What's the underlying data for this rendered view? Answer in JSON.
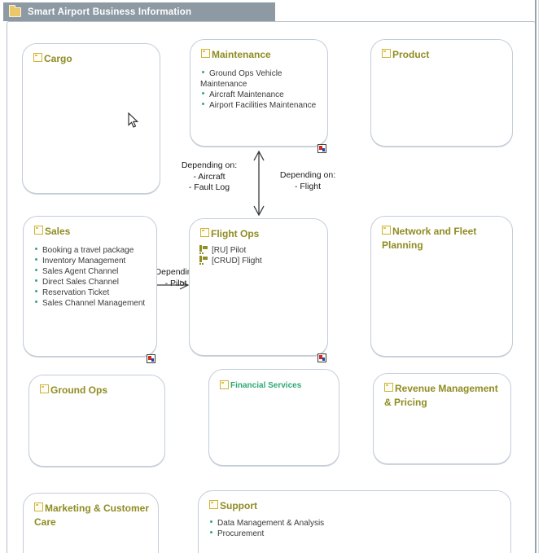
{
  "header": {
    "title": "Smart Airport Business Information"
  },
  "colors": {
    "tab_background": "#8d9aa3",
    "box_title_olive": "#8f8c22",
    "green_title": "#2ea876",
    "bullet_green": "#35a87a",
    "box_border": "#c3cdd9",
    "arrow": "#3a3a3a",
    "badge_red": "#d22b1f",
    "badge_blue": "#23439c"
  },
  "boxes": {
    "cargo": {
      "title": "Cargo"
    },
    "maintenance": {
      "title": "Maintenance",
      "items": [
        "Ground Ops Vehicle Maintenance",
        "Aircraft Maintenance",
        "Airport Facilities Maintenance"
      ]
    },
    "product": {
      "title": "Product"
    },
    "sales": {
      "title": "Sales",
      "items": [
        "Booking a travel package",
        "Inventory Management",
        "Sales Agent Channel",
        "Direct Sales Channel",
        "Reservation Ticket",
        "Sales Channel Management"
      ]
    },
    "flight_ops": {
      "title": "Flight Ops",
      "items": [
        "[RU] Pilot",
        "[CRUD] Flight"
      ]
    },
    "network": {
      "title": "Network and Fleet Planning"
    },
    "ground_ops": {
      "title": "Ground Ops"
    },
    "financial": {
      "title": "Financial Services"
    },
    "revenue": {
      "title": "Revenue Management & Pricing"
    },
    "marketing": {
      "title": "Marketing & Customer Care"
    },
    "support": {
      "title": "Support",
      "items": [
        "Data Management & Analysis",
        "Procurement"
      ]
    }
  },
  "connections": {
    "maintenance_flight": {
      "left_label": [
        "Depending on:",
        "- Aircraft",
        "- Fault Log"
      ],
      "right_label": [
        "Depending on:",
        "- Flight"
      ]
    },
    "sales_flight": {
      "label": [
        "Depending",
        "- Pilot"
      ]
    }
  }
}
